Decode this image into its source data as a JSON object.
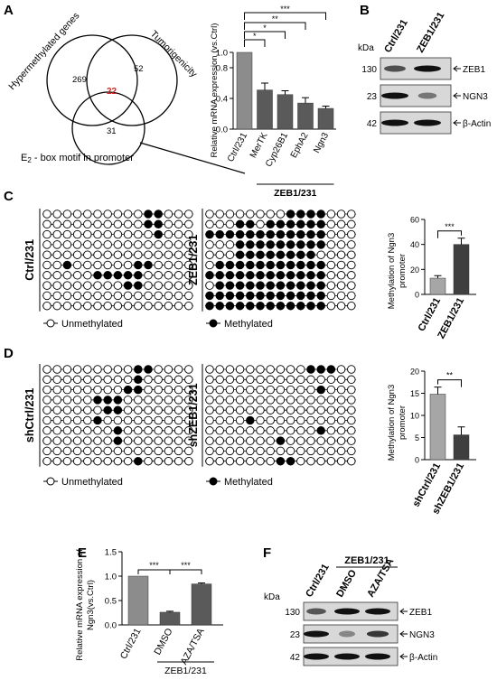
{
  "panels": {
    "A": "A",
    "B": "B",
    "C": "C",
    "D": "D",
    "E": "E",
    "F": "F"
  },
  "venn": {
    "hypermethylated_label": "Hypermethylated genes",
    "tumorigenicity_label": "Tumorigenicity",
    "e2box_label_prefix": "E",
    "e2box_label_sub": "2",
    "e2box_label_suffix": " - box motif in promoter",
    "count_hyper_only": "269",
    "count_tumor_only": "52",
    "count_overlap": "22",
    "count_e2box": "31",
    "overlap_color": "#d62728"
  },
  "chart_data": [
    {
      "id": "A",
      "type": "bar",
      "ylabel": "Relative mRNA expression (vs.Ctrl)",
      "yticks": [
        "1.0",
        "0.8",
        "0.4",
        "0.0"
      ],
      "ylim": [
        0,
        1.0
      ],
      "categories": [
        "Ctrl/231",
        "MerTK",
        "Cyp26B1",
        "EphA2",
        "Ngn3"
      ],
      "values": [
        1.0,
        0.51,
        0.45,
        0.34,
        0.27
      ],
      "errors": [
        0,
        0.09,
        0.05,
        0.07,
        0.03
      ],
      "significance": [
        "*",
        "*",
        "**",
        "***"
      ],
      "group_label": "ZEB1/231",
      "bar_colors": [
        "#8c8c8c",
        "#5a5a5a",
        "#5a5a5a",
        "#5a5a5a",
        "#5a5a5a"
      ]
    },
    {
      "id": "C",
      "type": "bar",
      "ylabel_line1": "Methylation of Ngn3",
      "ylabel_line2": "promoter",
      "yticks": [
        "60",
        "40",
        "20",
        "0"
      ],
      "ylim": [
        0,
        60
      ],
      "categories": [
        "Ctrl/231",
        "ZEB1/231"
      ],
      "values": [
        13,
        40
      ],
      "errors": [
        2,
        5
      ],
      "significance": "***",
      "bar_colors": [
        "#a6a6a6",
        "#3f3f3f"
      ]
    },
    {
      "id": "D",
      "type": "bar",
      "ylabel_line1": "Methylation of Ngn3",
      "ylabel_line2": "promoter",
      "yticks": [
        "20",
        "15",
        "10",
        "5",
        "0"
      ],
      "ylim": [
        0,
        20
      ],
      "categories": [
        "shCtrl/231",
        "shZEB1/231"
      ],
      "values": [
        14.8,
        5.6
      ],
      "errors": [
        1.6,
        1.8
      ],
      "significance": "**",
      "bar_colors": [
        "#a6a6a6",
        "#3f3f3f"
      ]
    },
    {
      "id": "E",
      "type": "bar",
      "ylabel_line1": "Relative mRNA expression of",
      "ylabel_line2": "Ngn3(vs.Ctrl)",
      "yticks": [
        "1.5",
        "1.0",
        "0.5",
        "0.0"
      ],
      "ylim": [
        0,
        1.5
      ],
      "categories": [
        "Ctrl/231",
        "DMSO",
        "AZA/TSA"
      ],
      "values": [
        1.0,
        0.26,
        0.84
      ],
      "errors": [
        0,
        0.02,
        0.02
      ],
      "significance": [
        "***",
        "***"
      ],
      "group_label": "ZEB1/231",
      "bar_colors": [
        "#8c8c8c",
        "#5a5a5a",
        "#5a5a5a"
      ]
    }
  ],
  "methylation": {
    "C_left": {
      "label": "Ctrl/231",
      "rows": [
        "000000000011000",
        "000000000011000",
        "000000000001000",
        "000000000000000",
        "000000000000000",
        "001000000110000",
        "000001111100000",
        "000000001100000",
        "000000000000000",
        "000000000000000"
      ]
    },
    "C_right": {
      "label": "ZEB1/231",
      "rows": [
        "000000001111000",
        "000110111111000",
        "111111111111000",
        "000111111111000",
        "000111111110000",
        "011111111111000",
        "111111111111000",
        "011111111111000",
        "111111111111000",
        "111111111111000"
      ]
    },
    "D_left": {
      "label": "shCtrl/231",
      "rows": [
        "000000000110000",
        "000000000100000",
        "000000001100000",
        "000001110000000",
        "000000110000000",
        "000001000000000",
        "000000010000000",
        "000000010000000",
        "000000000000000",
        "000000000100000"
      ]
    },
    "D_right": {
      "label": "shZEB1/231",
      "rows": [
        "000000000011100",
        "000000000000000",
        "000000000001000",
        "000000000000000",
        "000000000000000",
        "000010000000000",
        "000000000001000",
        "000000010000000",
        "000000000000000",
        "000000011000000"
      ]
    },
    "legend_unmethylated": "Unmethylated",
    "legend_methylated": "Methylated"
  },
  "western_B": {
    "kda": "kDa",
    "lanes": [
      "Ctrl/231",
      "ZEB1/231"
    ],
    "rows": [
      {
        "mw": "130",
        "protein": "ZEB1",
        "bands": [
          0.55,
          1.0
        ]
      },
      {
        "mw": "23",
        "protein": "NGN3",
        "bands": [
          1.0,
          0.3
        ]
      },
      {
        "mw": "42",
        "protein": "β-Actin",
        "bands": [
          1.0,
          1.0
        ]
      }
    ]
  },
  "western_F": {
    "kda": "kDa",
    "group_label": "ZEB1/231",
    "lanes": [
      "Ctrl/231",
      "DMSO",
      "AZA/TSA"
    ],
    "rows": [
      {
        "mw": "130",
        "protein": "ZEB1",
        "bands": [
          0.5,
          1.0,
          1.0
        ]
      },
      {
        "mw": "23",
        "protein": "NGN3",
        "bands": [
          1.0,
          0.2,
          0.7
        ]
      },
      {
        "mw": "42",
        "protein": "β-Actin",
        "bands": [
          1.0,
          1.0,
          1.0
        ]
      }
    ]
  }
}
